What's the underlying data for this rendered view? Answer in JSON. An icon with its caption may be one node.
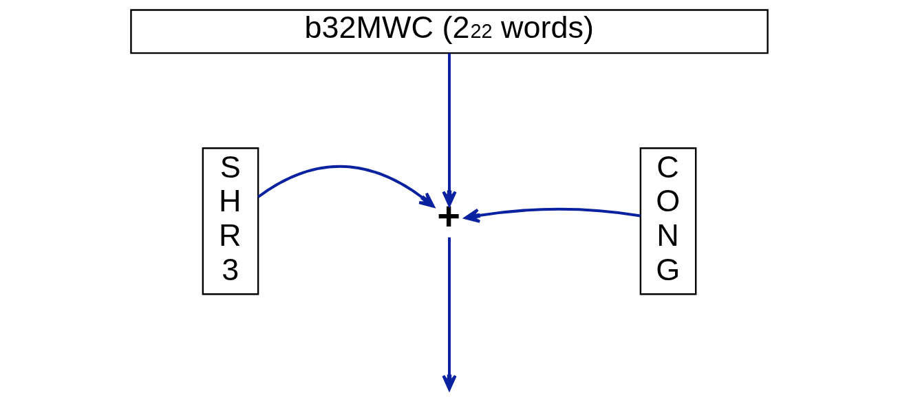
{
  "diagram": {
    "nodes": [
      {
        "text": [
          "b32MWC (2$^{22}$ words)"
        ]
      },
      {
        "text": [
          "S H R 3"
        ]
      },
      {
        "text": [
          "+"
        ]
      },
      {
        "text": [
          "C O N G"
        ]
      }
    ],
    "edges": [
      {
        "from": 0,
        "to": 2,
        "arrow": "to"
      },
      {
        "from": 1,
        "to": 2,
        "arrow": "to"
      },
      {
        "from": 3,
        "to": 2,
        "arrow": "to"
      },
      {
        "from": 2,
        "to": null,
        "arrow": "to"
      }
    ]
  }
}
